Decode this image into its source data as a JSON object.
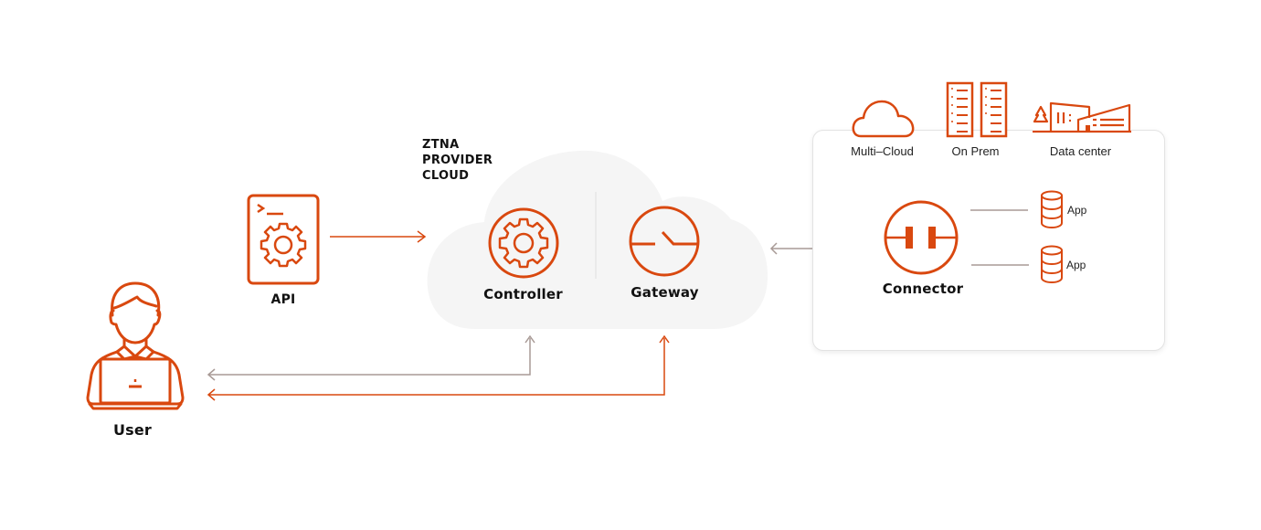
{
  "colors": {
    "accent": "#d9480f",
    "gray_arrow": "#a89a96",
    "cloud_fill": "#f5f5f5",
    "text": "#111111"
  },
  "cloud": {
    "title_lines": [
      "ZTNA",
      "PROVIDER",
      "CLOUD"
    ]
  },
  "nodes": {
    "api": {
      "label": "API",
      "icon": "api-doc-gear-icon"
    },
    "user": {
      "label": "User",
      "icon": "user-laptop-icon"
    },
    "controller": {
      "label": "Controller",
      "icon": "gear-circle-icon"
    },
    "gateway": {
      "label": "Gateway",
      "icon": "gateway-switch-icon"
    },
    "connector": {
      "label": "Connector",
      "icon": "connector-plug-icon"
    }
  },
  "environments": [
    {
      "label": "Multi–Cloud",
      "icon": "cloud-icon"
    },
    {
      "label": "On Prem",
      "icon": "server-rack-icon"
    },
    {
      "label": "Data center",
      "icon": "data-center-building-icon"
    }
  ],
  "apps": [
    {
      "label": "App",
      "icon": "database-icon"
    },
    {
      "label": "App",
      "icon": "database-icon"
    }
  ]
}
